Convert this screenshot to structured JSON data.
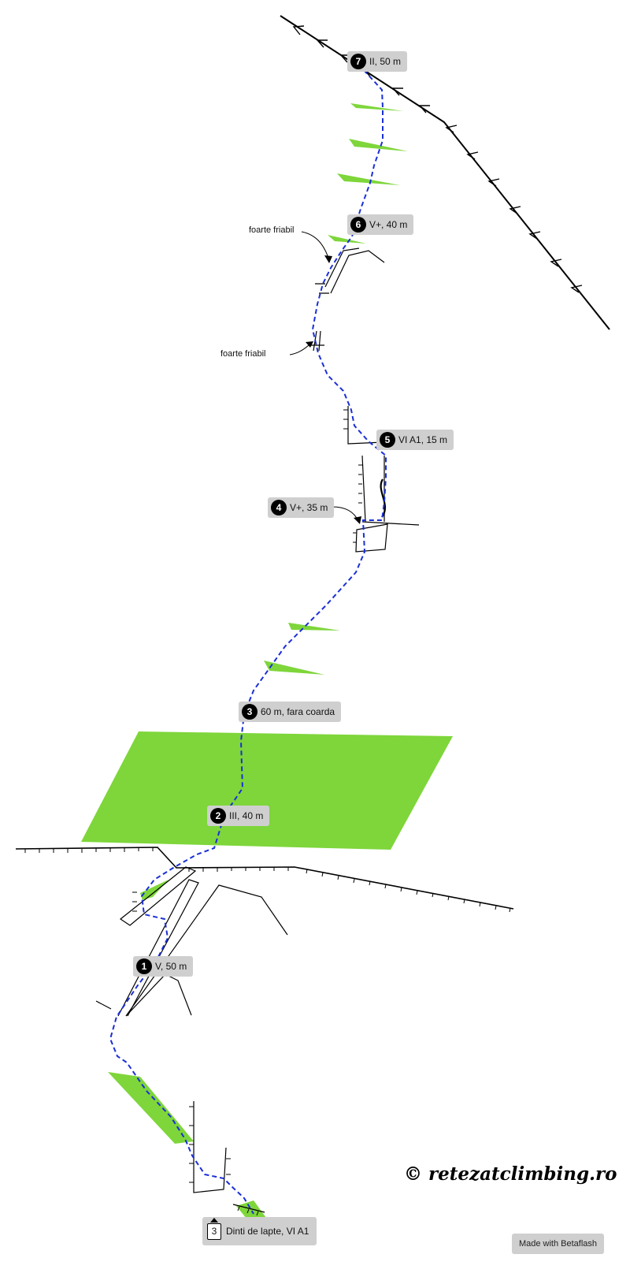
{
  "pitches": [
    {
      "num": "7",
      "label": "II, 50 m"
    },
    {
      "num": "6",
      "label": "V+, 40 m"
    },
    {
      "num": "5",
      "label": "VI A1, 15 m"
    },
    {
      "num": "4",
      "label": "V+, 35 m"
    },
    {
      "num": "3",
      "label": "60 m, fara coarda"
    },
    {
      "num": "2",
      "label": "III, 40 m"
    },
    {
      "num": "1",
      "label": "V, 50 m"
    }
  ],
  "annotations": {
    "friable_upper": "foarte friabil",
    "friable_lower": "foarte friabil"
  },
  "route": {
    "num": "3",
    "name": "Dinti de lapte, VI A1"
  },
  "copyright": "© retezatclimbing.ro",
  "made_with": "Made with Betaflash",
  "colors": {
    "route_line": "#1a2fd6",
    "vegetation": "#7ed63a",
    "rock": "#000000",
    "label_bg": "#cfcfcf"
  }
}
